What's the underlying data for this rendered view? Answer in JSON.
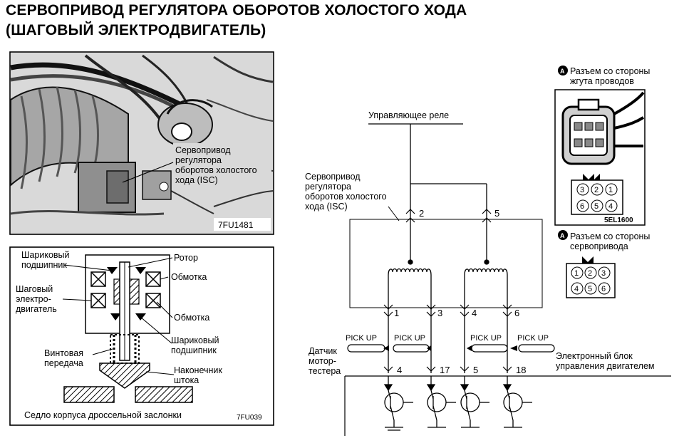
{
  "title": {
    "line1": "СЕРВОПРИВОД РЕГУЛЯТОРА ОБОРОТОВ ХОЛОСТОГО ХОДА",
    "line2": "(ШАГОВЫЙ ЭЛЕКТРОДВИГАТЕЛЬ)"
  },
  "photo_panel": {
    "callout": [
      "Сервопривод",
      "регулятора",
      "оборотов холостого",
      "хода (ISC)"
    ],
    "code": "7FU1481"
  },
  "cutaway_panel": {
    "ball_bearing_top": [
      "Шариковый",
      "подшипник"
    ],
    "rotor": "Ротор",
    "winding_top": "Обмотка",
    "stepper_motor": [
      "Шаговый",
      "электро-",
      "двигатель"
    ],
    "winding_bottom": "Обмотка",
    "ball_bearing_bottom": [
      "Шариковый",
      "подшипник"
    ],
    "screw_drive": [
      "Винтовая",
      "передача"
    ],
    "rod_tip": [
      "Наконечник",
      "штока"
    ],
    "throttle_seat": "Седло корпуса дроссельной заслонки",
    "code": "7FU039"
  },
  "schematic": {
    "relay": "Управляющее реле",
    "isc_label": [
      "Сервопривод",
      "регулятора",
      "оборотов холостого",
      "хода (ISC)"
    ],
    "pin_top_left": "2",
    "pin_top_right": "5",
    "pins_bottom": [
      "1",
      "3",
      "4",
      "6"
    ],
    "pickup_label": "PICK UP",
    "tester_label": [
      "Датчик",
      "мотор-",
      "тестера"
    ],
    "ecu_label": [
      "Электронный блок",
      "управления двигателем"
    ],
    "ecu_pins": [
      "4",
      "17",
      "5",
      "18"
    ]
  },
  "connectors": {
    "harness_label": [
      "Разъем со стороны",
      "жгута проводов"
    ],
    "harness_pins": [
      "3",
      "2",
      "1",
      "6",
      "5",
      "4"
    ],
    "harness_code": "5EL1600",
    "servo_label": [
      "Разъем со стороны",
      "сервопривода"
    ],
    "servo_pins": [
      "1",
      "2",
      "3",
      "4",
      "5",
      "6"
    ],
    "marker": "A"
  }
}
